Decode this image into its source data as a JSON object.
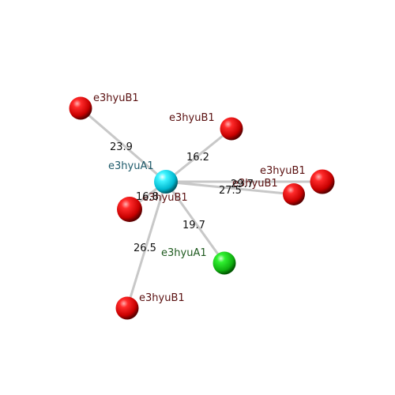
{
  "colors": {
    "red": "#e00000",
    "cyan": "#00e8ff",
    "green": "#10d010",
    "label_red": "#5a1010",
    "label_cyan": "#1e5a6a",
    "label_green": "#1f5a1f",
    "bond": "#d8d8d8"
  },
  "atoms": {
    "center": {
      "label": "e3hyuA1",
      "color": "cyan"
    },
    "a1": {
      "label": "e3hyuB1",
      "color": "red"
    },
    "a2": {
      "label": "e3hyuB1",
      "color": "red"
    },
    "a3": {
      "label": "e3hyuB1",
      "color": "red"
    },
    "a4": {
      "label": "e3hyuB1",
      "color": "red"
    },
    "a5": {
      "label": "e3hyuB1",
      "color": "red"
    },
    "a6": {
      "label": "e3hyuB1",
      "color": "red"
    },
    "a7": {
      "label": "e3hyuA1",
      "color": "green"
    }
  },
  "distances": {
    "d1": "23.9",
    "d2": "16.2",
    "d3": "29.7",
    "d4": "27.5",
    "d5": "16.8",
    "d6": "19.7",
    "d7": "26.5"
  }
}
